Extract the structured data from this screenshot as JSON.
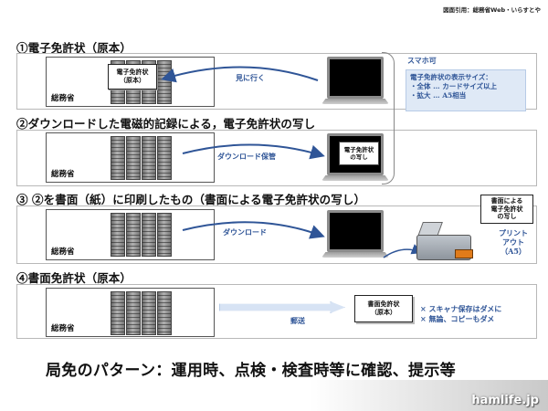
{
  "source_note": "図面引用：総務省Web・いらすとや",
  "sections": [
    {
      "heading": "①電子免許状（原本）",
      "agency": "総務省"
    },
    {
      "heading": "②ダウンロードした電磁的記録による，電子免許状の写し",
      "agency": "総務省"
    },
    {
      "heading": "③ ②を書面（紙）に印刷したもの（書面による電子免許状の写し）",
      "agency": "総務省"
    },
    {
      "heading": "④書面免許状（原本）",
      "agency": "総務省"
    }
  ],
  "doc_original": [
    "電子免許状",
    "（原本）"
  ],
  "arrow_labels": {
    "view": "見に行く",
    "download_save": "ダウンロード保管",
    "download": "ダウンロード",
    "mail": "郵送"
  },
  "laptop_doc": [
    "電子免許状",
    "の写し"
  ],
  "smartphone_ok": "スマホ可",
  "display_size": {
    "title": "電子免許状の表示サイズ：",
    "lines": [
      "・全体 … カードサイズ以上",
      "・拡大 … A5相当"
    ]
  },
  "printed_doc": [
    "書面による",
    "電子免許状",
    "の写し"
  ],
  "print_out": [
    "プリント",
    "アウト",
    "（A5）"
  ],
  "paper_license": [
    "書面免許状",
    "（原本）"
  ],
  "prohibitions": [
    "× スキャナ保存はダメに",
    "× 無論、コピーもダメ"
  ],
  "summary": "局免のパターン：運用時、点検・検査時等に確認、提示等",
  "brand": "hamlife.jp",
  "colors": {
    "accent": "#2f5597",
    "callout_bg": "#dfe9f6",
    "arrow": "#2f5597"
  }
}
